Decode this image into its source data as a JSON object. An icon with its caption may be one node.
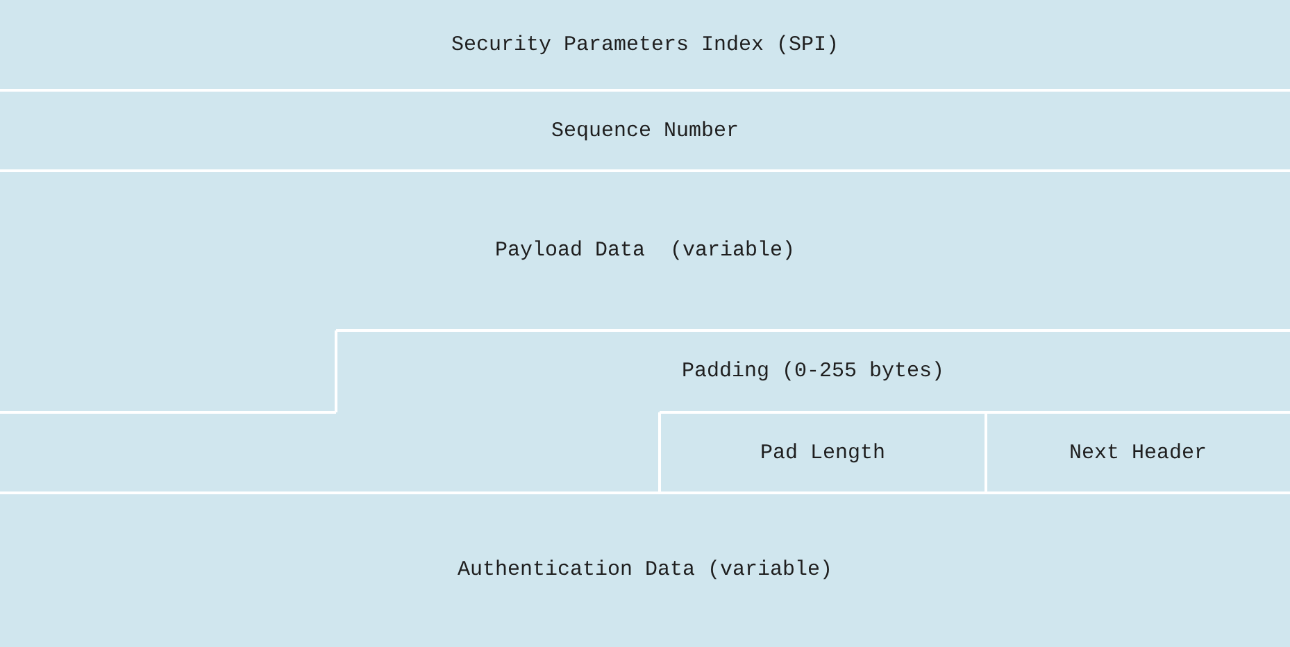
{
  "diagram": {
    "nodes": [
      {
        "text": [
          "Security Parameters Index (SPI)"
        ]
      },
      {
        "text": [
          "Sequence Number"
        ]
      },
      {
        "text": [
          "Payload Data  (variable)"
        ]
      },
      {
        "text": [
          "Padding (0-255 bytes)"
        ]
      },
      {
        "text": [
          "Pad Length"
        ]
      },
      {
        "text": [
          "Next Header"
        ]
      },
      {
        "text": [
          "Authentication Data (variable)"
        ]
      }
    ]
  }
}
